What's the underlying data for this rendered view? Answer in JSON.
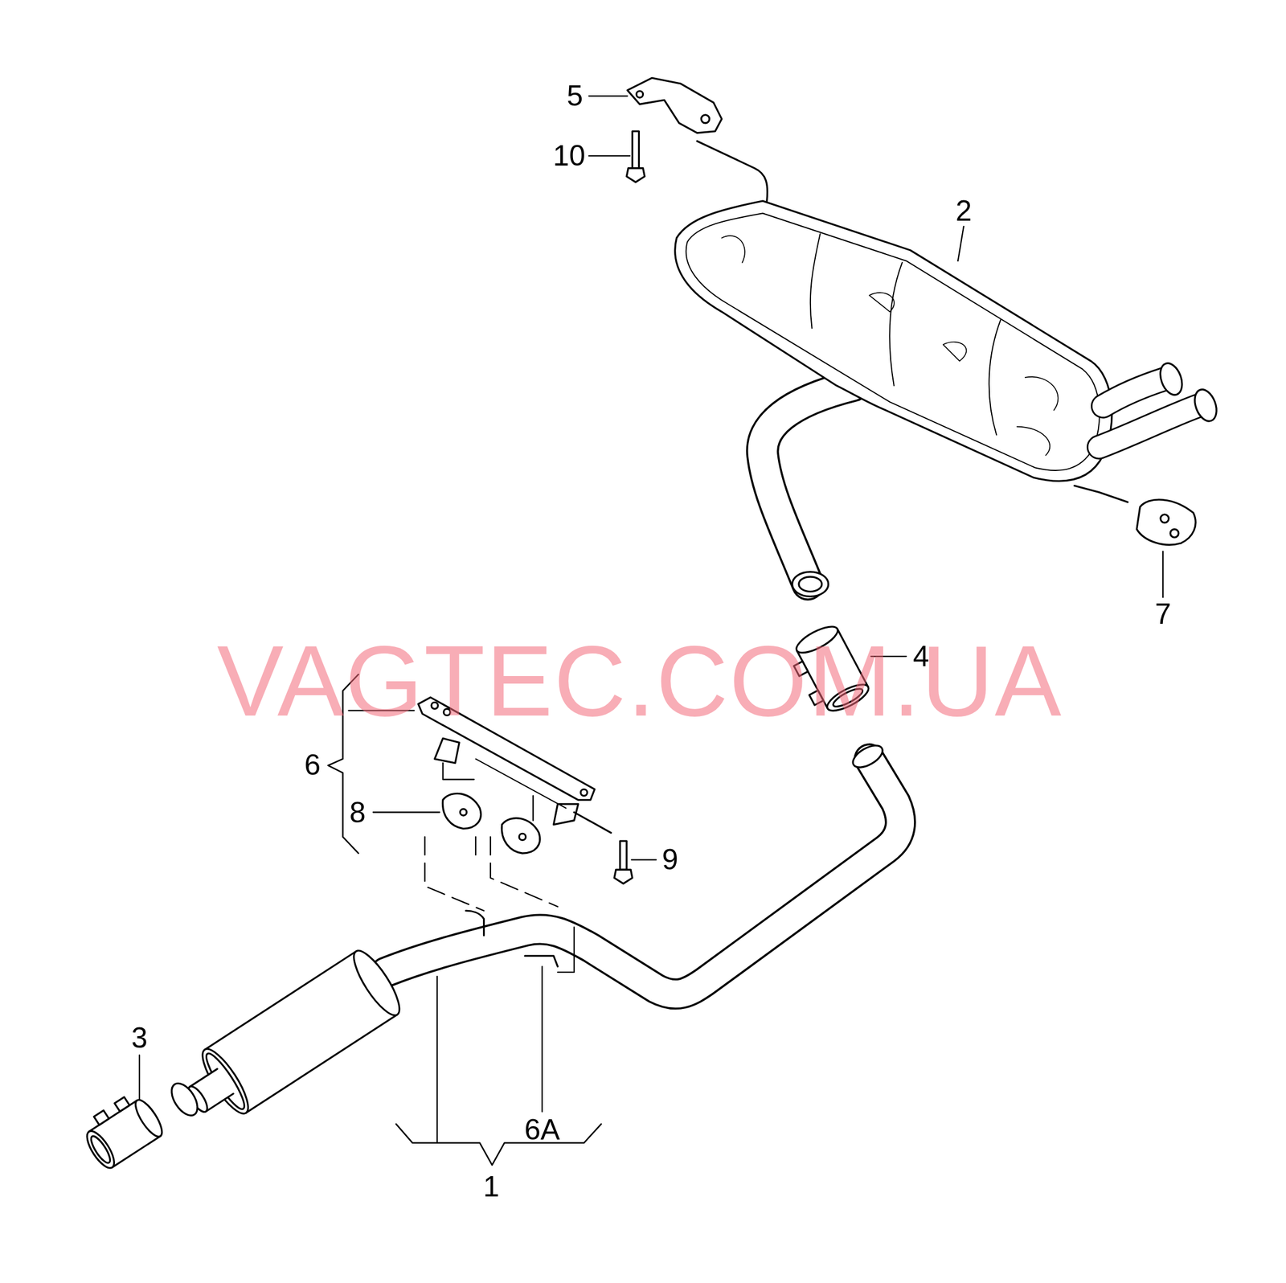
{
  "diagram": {
    "labels": [
      "5",
      "10",
      "2",
      "7",
      "4",
      "6",
      "8",
      "9",
      "3",
      "6A",
      "1",
      "VAGTEC.COM.UA"
    ]
  }
}
